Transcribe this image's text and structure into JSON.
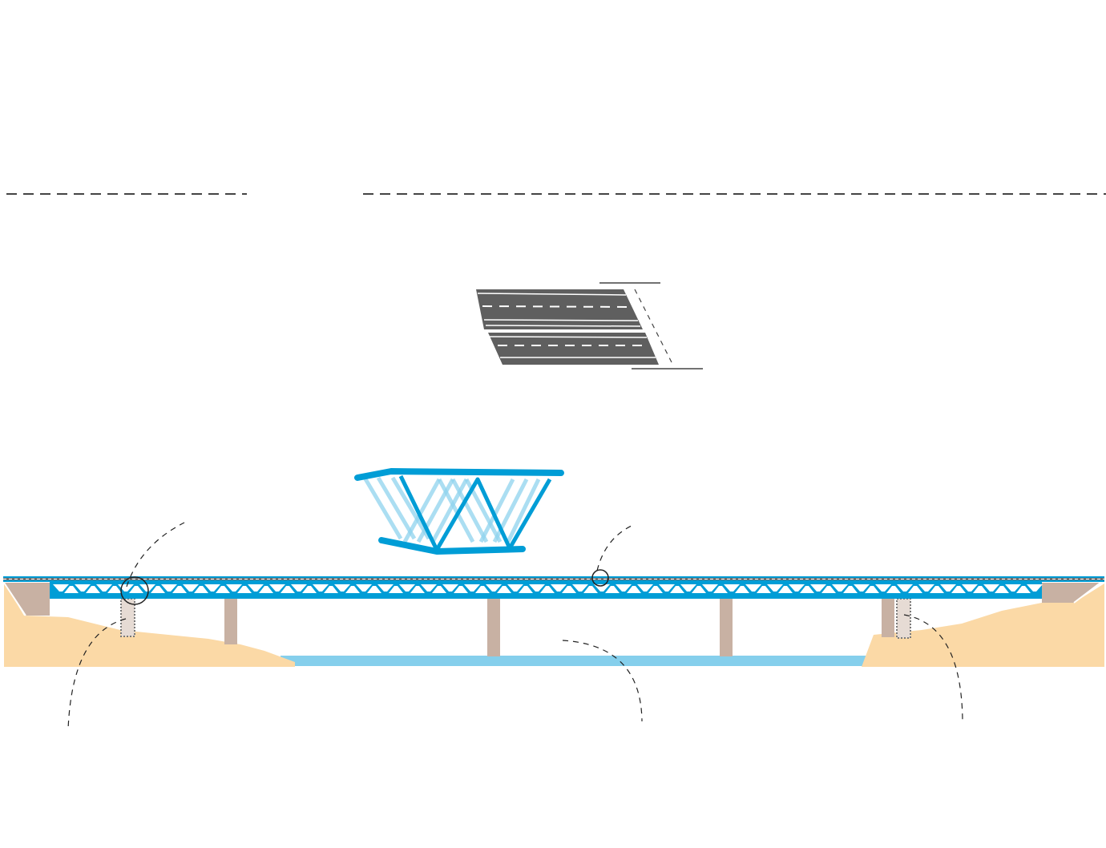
{
  "diagram": {
    "type": "bridge-elevation-diagram",
    "labels": [],
    "colors": {
      "background": "#ffffff",
      "truss_blue": "#009dd6",
      "truss_blue_faded": "#8fd3ee",
      "water": "#85cfec",
      "ground": "#fbd9a6",
      "abutment": "#c8b1a3",
      "pier": "#c8b1a3",
      "pier_ghost": "#e6dbd4",
      "road_surface": "#5f5f5f",
      "road_marking": "#ffffff",
      "deck_rail": "#6b6b6b",
      "leader_line": "#222222",
      "divider_line": "#444444"
    },
    "elements": {
      "top_divider": {
        "style": "dashed",
        "segments": 2
      },
      "road_plan_view": {
        "carriageways": 2,
        "lanes_per_carriageway": 2
      },
      "truss_detail": {
        "style": "perspective-warren-truss",
        "ghost_copies": true
      },
      "bridge": {
        "truss": "warren",
        "piers": 3,
        "abutments": 2,
        "ghost_piers": 2,
        "callout_circles": 2,
        "leader_arcs": 5
      }
    }
  }
}
